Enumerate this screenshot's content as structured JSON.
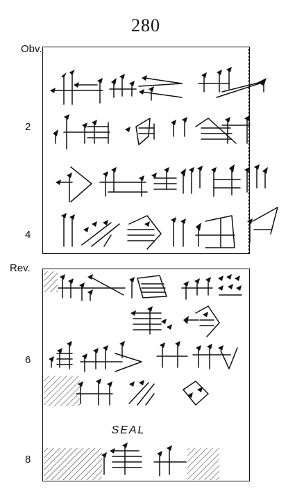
{
  "page": {
    "number": "280"
  },
  "sides": {
    "obverse_label": "Obv.",
    "reverse_label": "Rev."
  },
  "line_numbers": {
    "l2": "2",
    "l4": "4",
    "l6": "6",
    "l8": "8"
  },
  "seal": {
    "label": "SEAL"
  },
  "icons": {
    "tablet_obverse": "cuneiform-signs-obverse",
    "tablet_reverse": "cuneiform-signs-reverse",
    "damage": "hatched-damage"
  },
  "colors": {
    "ink": "#111111",
    "paper": "#ffffff"
  }
}
